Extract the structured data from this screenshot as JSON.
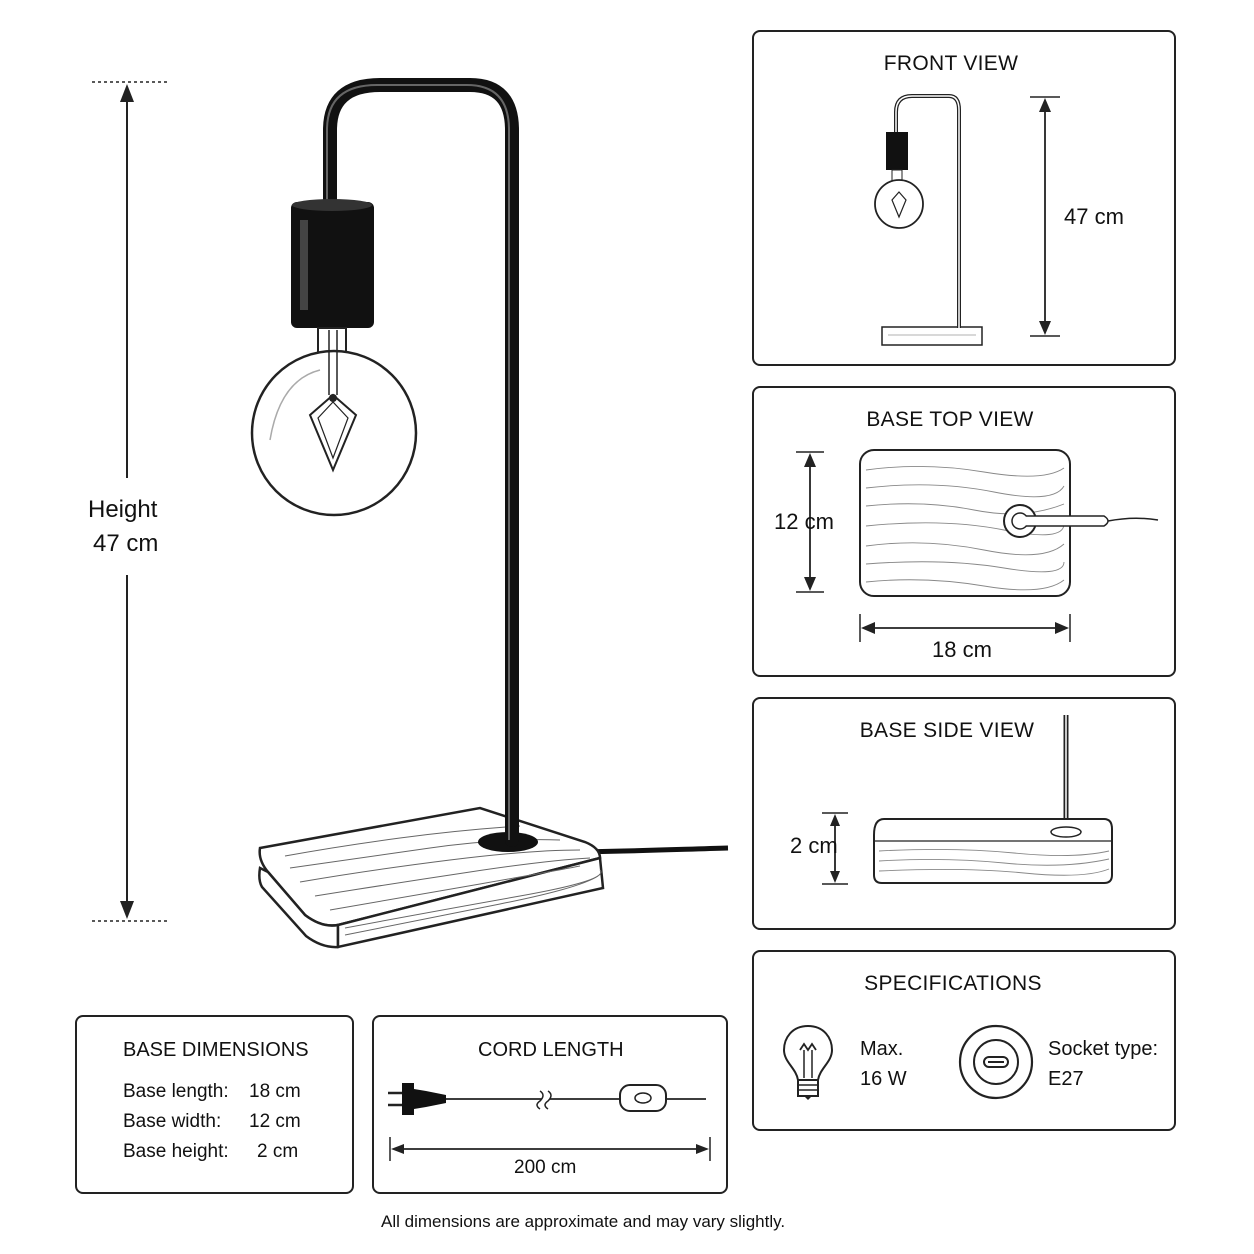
{
  "main": {
    "height_label": "Height",
    "height_value": "47 cm"
  },
  "front_view": {
    "title": "FRONT VIEW",
    "dimension": "47 cm"
  },
  "base_top_view": {
    "title": "BASE TOP VIEW",
    "width_dim": "12 cm",
    "length_dim": "18 cm"
  },
  "base_side_view": {
    "title": "BASE SIDE VIEW",
    "height_dim": "2 cm"
  },
  "specifications": {
    "title": "SPECIFICATIONS",
    "bulb_line1": "Max.",
    "bulb_line2": "16 W",
    "socket_line1": "Socket type:",
    "socket_line2": "E27",
    "bulb_icon": "light-bulb-icon",
    "socket_icon": "socket-icon"
  },
  "base_dimensions": {
    "title": "BASE DIMENSIONS",
    "rows": [
      {
        "label": "Base length:",
        "value": "18 cm"
      },
      {
        "label": "Base width:",
        "value": "12 cm"
      },
      {
        "label": "Base height:",
        "value": "2 cm"
      }
    ]
  },
  "cord_length": {
    "title": "CORD LENGTH",
    "value": "200 cm",
    "plug_icon": "plug-icon",
    "switch_icon": "inline-switch-icon"
  },
  "footer": {
    "note": "All dimensions are approximate and may vary slightly."
  }
}
